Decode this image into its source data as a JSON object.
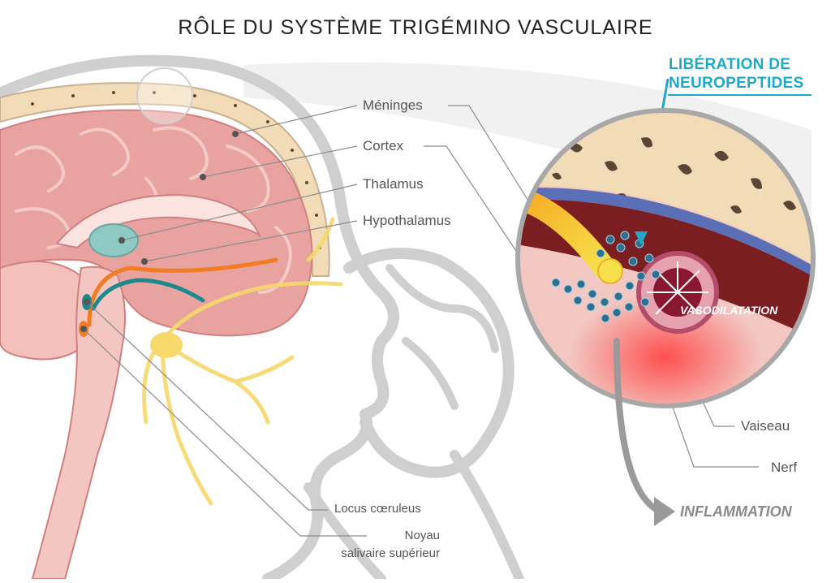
{
  "title": "RÔLE DU SYSTÈME TRIGÉMINO VASCULAIRE",
  "labels": {
    "meninges": "Méninges",
    "cortex": "Cortex",
    "thalamus": "Thalamus",
    "hypothalamus": "Hypothalamus",
    "locus": "Locus cœruleus",
    "noyau_line1": "Noyau",
    "noyau_line2": "salivaire supérieur",
    "vaisseau": "Vaiseau",
    "nerf": "Nerf"
  },
  "callouts": {
    "liberation_line1": "LIBÉRATION DE",
    "liberation_line2": "NEUROPEPTIDES",
    "vasodilatation": "VASODILATATION",
    "inflammation": "INFLAMMATION"
  },
  "colors": {
    "accent": "#1fa9c9",
    "brain": "#e8a3a0",
    "skull": "#f2dcb8",
    "nerve": "#f6d96a",
    "orange": "#f07c24",
    "teal": "#1a8a8c",
    "neuropeptide": "#2f6f8f",
    "label_text": "#555555"
  }
}
